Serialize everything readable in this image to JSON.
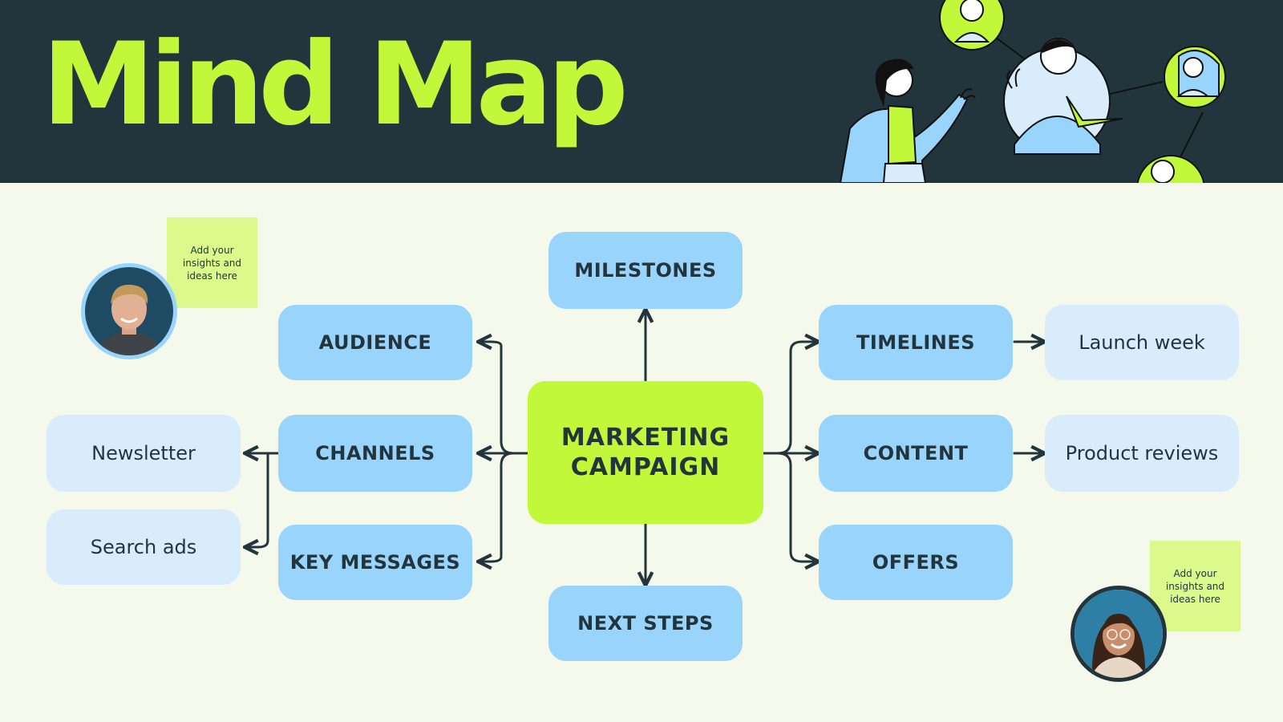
{
  "header": {
    "title": "Mind Map"
  },
  "center": {
    "label": "MARKETING\nCAMPAIGN"
  },
  "branches": {
    "milestones": "MILESTONES",
    "audience": "AUDIENCE",
    "channels": "CHANNELS",
    "key_messages": "KEY MESSAGES",
    "next_steps": "NEXT STEPS",
    "timelines": "TIMELINES",
    "content": "CONTENT",
    "offers": "OFFERS"
  },
  "leaves": {
    "newsletter": "Newsletter",
    "search_ads": "Search ads",
    "launch_week": "Launch week",
    "product_reviews": "Product reviews"
  },
  "notes": {
    "top_left": "Add your insights and ideas here",
    "bottom_right": "Add your insights and ideas here"
  },
  "colors": {
    "header_bg": "#22353d",
    "accent_green": "#c2f83a",
    "primary_blue": "#99d4fd",
    "light_blue": "#d9ecfc",
    "note_yellow": "#dcf98b",
    "background": "#f4f9ec",
    "line": "#22353d"
  },
  "icons": {
    "header_illustration": "people-network-illustration",
    "avatar_man": "man-avatar",
    "avatar_woman": "woman-avatar"
  }
}
